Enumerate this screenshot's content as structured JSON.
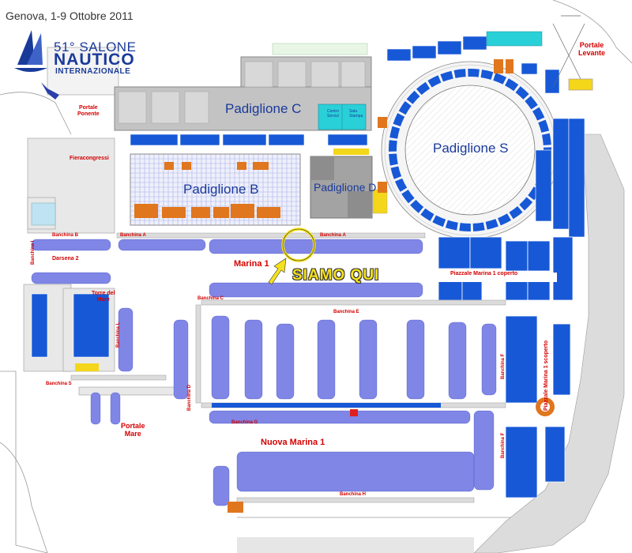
{
  "header": {
    "date_line": "Genova, 1-9 Ottobre 2011",
    "edition": "51° SALONE",
    "name": "NAUTICO",
    "subtitle": "INTERNAZIONALE"
  },
  "halls": {
    "c": "Padiglione C",
    "b": "Padiglione B",
    "d": "Padiglione D",
    "s": "Padiglione S"
  },
  "labels": {
    "portale_ponente": "Portale\nPonente",
    "portale_levante": "Portale\nLevante",
    "portale_mare": "Portale\nMare",
    "fieracongressi": "Fieracongressi",
    "darsena2": "Darsena 2",
    "marina1": "Marina 1",
    "nuova_marina1": "Nuova Marina 1",
    "piazzale_coperto": "Piazzale Marina 1 coperto",
    "piazzale_scoperto": "Piazzale Marina 1 scoperto",
    "banchina_a": "Banchina A",
    "banchina_a2": "Banchina A",
    "banchina_b": "Banchina B",
    "banchina_c": "Banchina C",
    "banchina_d": "Banchina D",
    "banchina_e": "Banchina E",
    "banchina_f": "Banchina F",
    "banchina_f2": "Banchina F",
    "banchina_g": "Banchina G",
    "banchina_h": "Banchina H",
    "banchina_s": "Banchina S",
    "banchina_i": "Banchina I",
    "banchina_l": "Banchina L",
    "torre": "Torre del\nMare",
    "centro_servizi": "Centro\nServizi",
    "sala_stampa": "Sala\nStampa"
  },
  "callout": {
    "text": "SIAMO QUI"
  },
  "colors": {
    "stand_blue": "#1758d6",
    "boat_blue": "#7f86e6",
    "building_gray": "#c3c3c3",
    "hall_text": "#1a3a9a",
    "label_red": "#d40000",
    "orange": "#e0761e",
    "yellow": "#f4d61a",
    "callout_yellow": "#f5e11b"
  }
}
